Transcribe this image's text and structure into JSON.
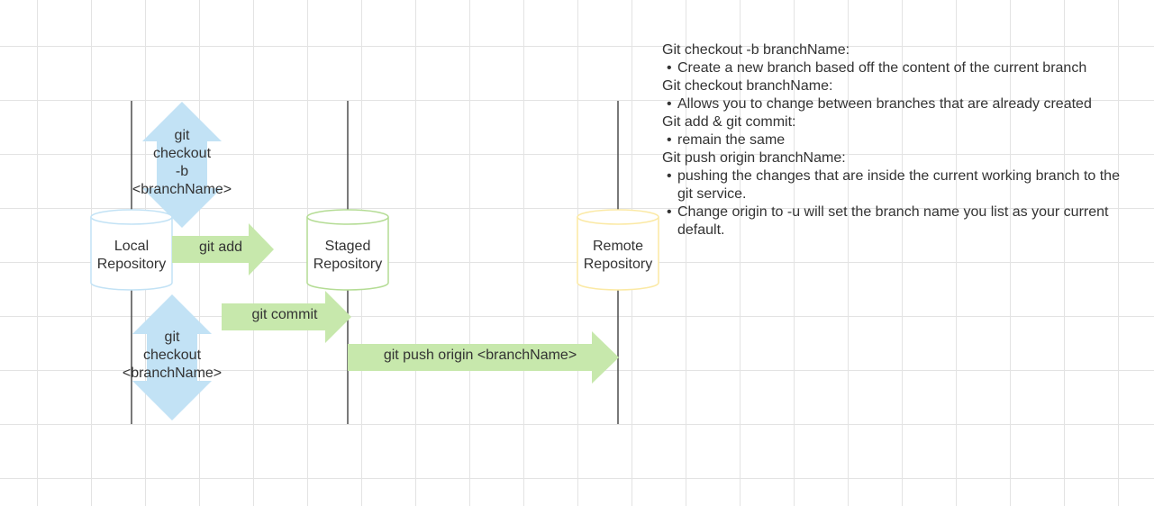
{
  "colors": {
    "blue_fill": "#c2e2f5",
    "blue_stroke": "#c2e2f5",
    "green_fill": "#c7e8ac",
    "green_stroke": "#b4dc94",
    "yellow_stroke": "#fbe9a4",
    "lifeline": "#4d4d4d",
    "grid": "#e3e3e3",
    "text": "#333333"
  },
  "nodes": {
    "local": {
      "line1": "Local",
      "line2": "Repository"
    },
    "staged": {
      "line1": "Staged",
      "line2": "Repository"
    },
    "remote": {
      "line1": "Remote",
      "line2": "Repository"
    }
  },
  "arrows": {
    "checkout_b": {
      "line1": "git",
      "line2": "checkout",
      "line3": "-b",
      "line4": "<branchName>"
    },
    "checkout": {
      "line1": "git",
      "line2": "checkout",
      "line3": "<branchName>"
    },
    "add": "git add",
    "commit": "git commit",
    "push": "git push origin <branchName>"
  },
  "notes": [
    {
      "heading": "Git checkout -b branchName:",
      "bullets": [
        "Create a new branch based off the content of the current branch"
      ]
    },
    {
      "heading": "Git checkout branchName:",
      "bullets": [
        "Allows you to change between branches that are already created"
      ]
    },
    {
      "heading": "Git add & git commit:",
      "bullets": [
        "remain the same"
      ]
    },
    {
      "heading": "Git push origin branchName:",
      "bullets": [
        "pushing the changes that are inside the current working branch to the git service.",
        "Change origin to -u will set the branch name you list as your current default."
      ]
    }
  ]
}
